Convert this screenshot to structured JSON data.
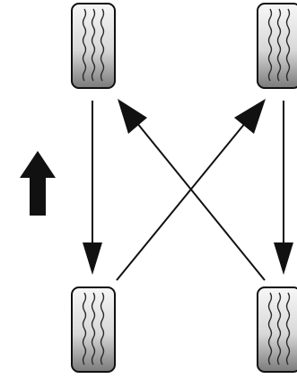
{
  "diagram": {
    "description_visible_text": "",
    "tires": [
      {
        "name": "tire-front-left"
      },
      {
        "name": "tire-front-right"
      },
      {
        "name": "tire-rear-left"
      },
      {
        "name": "tire-rear-right"
      }
    ],
    "arrows": [
      {
        "name": "arrow-front-left-to-rear-left",
        "from": "front-left",
        "to": "rear-left"
      },
      {
        "name": "arrow-front-right-to-rear-right",
        "from": "front-right",
        "to": "rear-right"
      },
      {
        "name": "arrow-rear-left-to-front-right",
        "from": "rear-left",
        "to": "front-right"
      },
      {
        "name": "arrow-rear-right-to-front-left",
        "from": "rear-right",
        "to": "front-left"
      }
    ],
    "direction_icon": "forward-arrow-icon",
    "colors": {
      "ink": "#111111",
      "tire_light": "#f2f2f2",
      "tire_dark": "#777777"
    }
  }
}
